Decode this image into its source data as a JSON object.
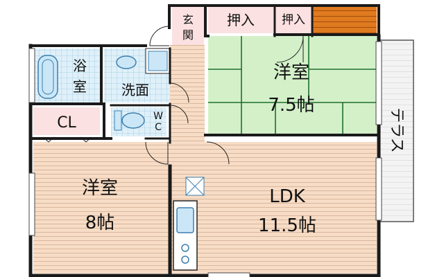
{
  "rooms": {
    "bedroom_large": {
      "name": "洋室",
      "size": "8帖"
    },
    "bedroom_tatami": {
      "name": "洋室",
      "size": "7.5帖"
    },
    "ldk": {
      "name": "LDK",
      "size": "11.5帖"
    },
    "bath": {
      "name_top": "浴",
      "name_bottom": "室"
    },
    "washroom": {
      "name": "洗面"
    },
    "toilet": {
      "label_top": "W",
      "label_bottom": "C"
    },
    "closet": {
      "name": "CL"
    },
    "entrance": {
      "name_top": "玄",
      "name_bottom": "関"
    },
    "storage_1": {
      "name": "押入"
    },
    "storage_2": {
      "name": "押入"
    },
    "terrace": {
      "name": "テラス"
    }
  },
  "colors": {
    "wood_floor": "#f7dcc6",
    "wood_line": "#d9b79b",
    "tatami": "#d3f0c9",
    "tatami_line": "#1f6e2a",
    "wet_area": "#dff0f9",
    "wet_grid": "#9ec9e2",
    "storage": "#fbe1e1",
    "stair": "#e07a1f",
    "wall": "#1a1a1a",
    "terrace": "#f1f1f1"
  }
}
